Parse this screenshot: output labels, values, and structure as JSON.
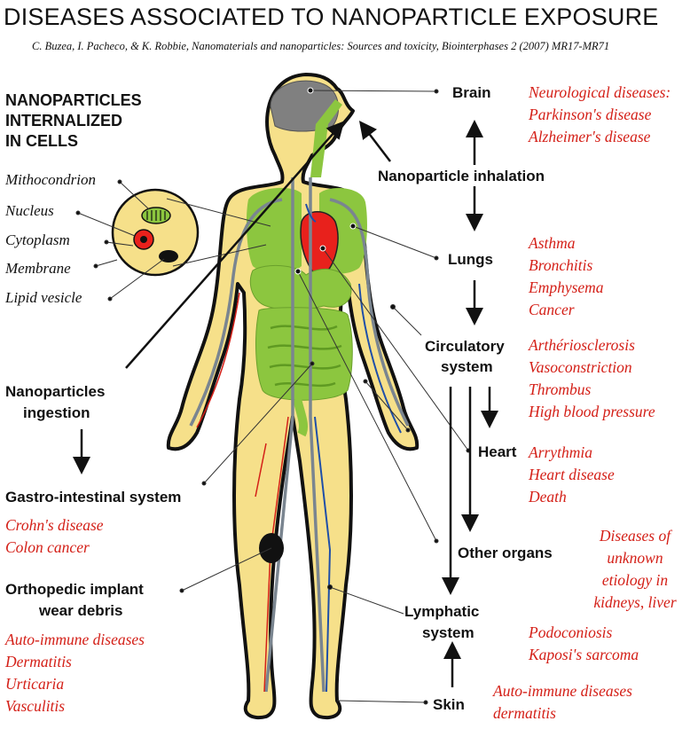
{
  "title": "DISEASES ASSOCIATED TO NANOPARTICLE EXPOSURE",
  "citation": "C. Buzea, I. Pacheco, & K. Robbie, Nanomaterials and nanoparticles: Sources and toxicity, Biointerphases 2 (2007) MR17-MR71",
  "cells": {
    "heading": [
      "NANOPARTICLES",
      "INTERNALIZED",
      "IN CELLS"
    ],
    "organelles": [
      "Mithocondrion",
      "Nucleus",
      "Cytoplasm",
      "Membrane",
      "Lipid vesicle"
    ]
  },
  "routes": {
    "inhalation": "Nanoparticle inhalation",
    "ingestion": [
      "Nanoparticles",
      "ingestion"
    ]
  },
  "organs": {
    "brain": {
      "label": "Brain",
      "diseases": [
        "Neurological diseases:",
        "Parkinson's disease",
        "Alzheimer's disease"
      ]
    },
    "lungs": {
      "label": "Lungs",
      "diseases": [
        "Asthma",
        "Bronchitis",
        "Emphysema",
        "Cancer"
      ]
    },
    "circulatory": {
      "label": [
        "Circulatory",
        "system"
      ],
      "diseases": [
        "Arthériosclerosis",
        "Vasoconstriction",
        "Thrombus",
        "High blood pressure"
      ]
    },
    "heart": {
      "label": "Heart",
      "diseases": [
        "Arrythmia",
        "Heart disease",
        "Death"
      ]
    },
    "other": {
      "label": "Other organs",
      "diseases": [
        "Diseases of",
        "unknown",
        "etiology in",
        "kidneys, liver"
      ]
    },
    "lymphatic": {
      "label": [
        "Lymphatic",
        "system"
      ],
      "diseases": [
        "Podoconiosis",
        "Kaposi's sarcoma"
      ]
    },
    "skin": {
      "label": "Skin",
      "diseases": [
        "Auto-immune diseases",
        "dermatitis"
      ]
    },
    "gi": {
      "label": "Gastro-intestinal system",
      "diseases": [
        "Crohn's disease",
        "Colon cancer"
      ]
    },
    "implant": {
      "label": [
        "Orthopedic implant",
        "wear debris"
      ],
      "diseases": [
        "Auto-immune diseases",
        "Dermatitis",
        "Urticaria",
        "Vasculitis"
      ]
    }
  },
  "colors": {
    "body": "#f6e08a",
    "outline": "#111111",
    "organ_green": "#8cc63f",
    "disease_red": "#d42018",
    "vein_blue": "#1f4fa8",
    "vessel_gray": "#7a8590"
  }
}
